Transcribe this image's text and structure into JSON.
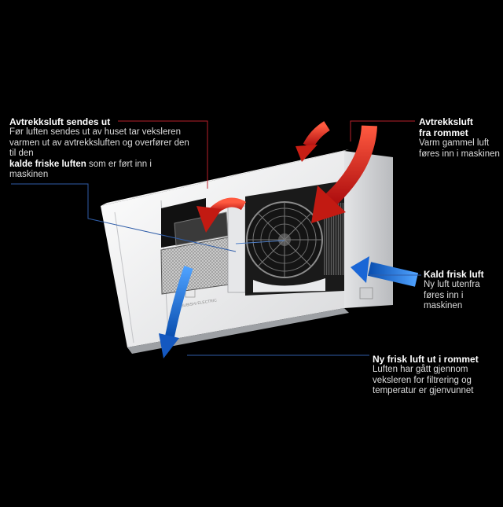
{
  "callouts": {
    "exhaust_out": {
      "title": "Avtrekksluft sendes ut",
      "body_1": "Før luften sendes ut av huset tar veksleren varmen ut av avtrekksluften og overfører den til den",
      "body_bold": "kalde friske luften",
      "body_2": " som er ført inn i maskinen"
    },
    "exhaust_in": {
      "title_line1": "Avtrekksluft",
      "title_line2": "fra rommet",
      "body": "Varm gammel luft føres inn i maskinen"
    },
    "cold_fresh": {
      "title": "Kald frisk luft",
      "body": "Ny luft utenfra føres inn i maskinen"
    },
    "fresh_out": {
      "title": "Ny frisk luft ut i rommet",
      "body": "Luften har gått gjennom veksleren for filtrering og temperatur er gjenvunnet"
    }
  },
  "device": {
    "brand": "MITSUBISHI ELECTRIC"
  },
  "colors": {
    "warm_arrow": "#d42a1e",
    "cold_arrow": "#1d6fd6",
    "leader_red": "#b8202a",
    "leader_blue": "#2f5da8",
    "background": "#000000"
  }
}
